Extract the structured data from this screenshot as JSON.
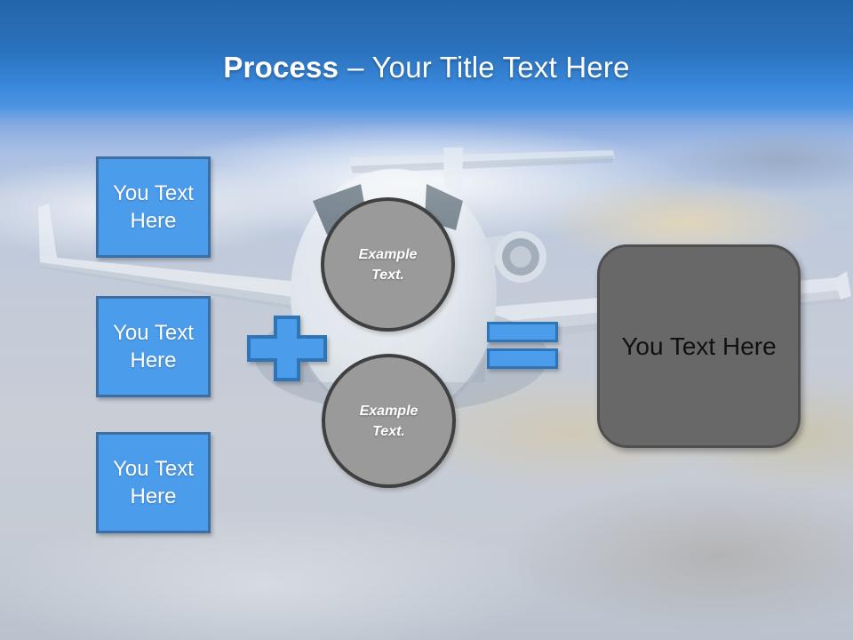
{
  "title": {
    "lead": "Process",
    "rest": "– Your Title Text Here"
  },
  "input_boxes": [
    {
      "label": "You Text Here"
    },
    {
      "label": "You Text Here"
    },
    {
      "label": "You Text Here"
    }
  ],
  "example_circles": [
    {
      "label": "Example Text."
    },
    {
      "label": "Example Text."
    }
  ],
  "result_box": {
    "label": "You Text Here"
  },
  "background_image": "airplane-flying-in-cloudy-sky",
  "colors": {
    "accent_blue_fill": "#4C9CEC",
    "box_border_blue": "#3A6EA5",
    "operator_border_blue": "#2E75B5",
    "circle_fill": "#9A9A9A",
    "circle_border": "#404040",
    "result_fill": "#686868",
    "result_border": "#4F4F4F",
    "title_text": "#FFFFFF",
    "header_gradient_top": "#2465A9",
    "header_gradient_bright": "#3F8FE3"
  }
}
